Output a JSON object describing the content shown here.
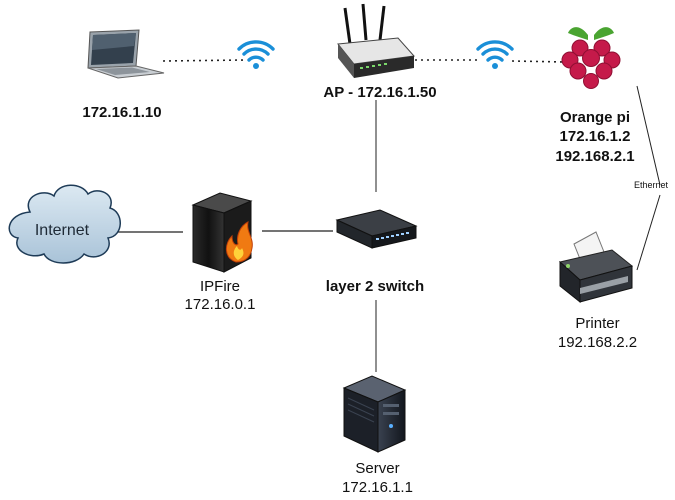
{
  "nodes": {
    "laptop": {
      "ip": "172.16.1.10"
    },
    "ap": {
      "label": "AP - 172.16.1.50"
    },
    "orangepi": {
      "name": "Orange pi",
      "ip1": "172.16.1.2",
      "ip2": "192.168.2.1"
    },
    "internet": {
      "label": "Internet"
    },
    "ipfire": {
      "name": "IPFire",
      "ip": "172.16.0.1"
    },
    "switch": {
      "label": "layer 2 switch"
    },
    "printer": {
      "name": "Printer",
      "ip": "192.168.2.2"
    },
    "server": {
      "name": "Server",
      "ip": "172.16.1.1"
    }
  },
  "links": {
    "ethernet_label": "Ethernet"
  },
  "colors": {
    "wifi": "#1a8fd8",
    "cloud_fill": "#c2d7e6",
    "cloud_stroke": "#1e3b57",
    "raspberry_red": "#c51a4a",
    "leaf_green": "#4aa431",
    "flame": "#f07a12",
    "line": "#222222"
  },
  "icons": [
    "laptop-icon",
    "wifi-icon",
    "router-icon",
    "raspberry-pi-icon",
    "cloud-icon",
    "firewall-icon",
    "switch-icon",
    "printer-icon",
    "server-icon"
  ]
}
